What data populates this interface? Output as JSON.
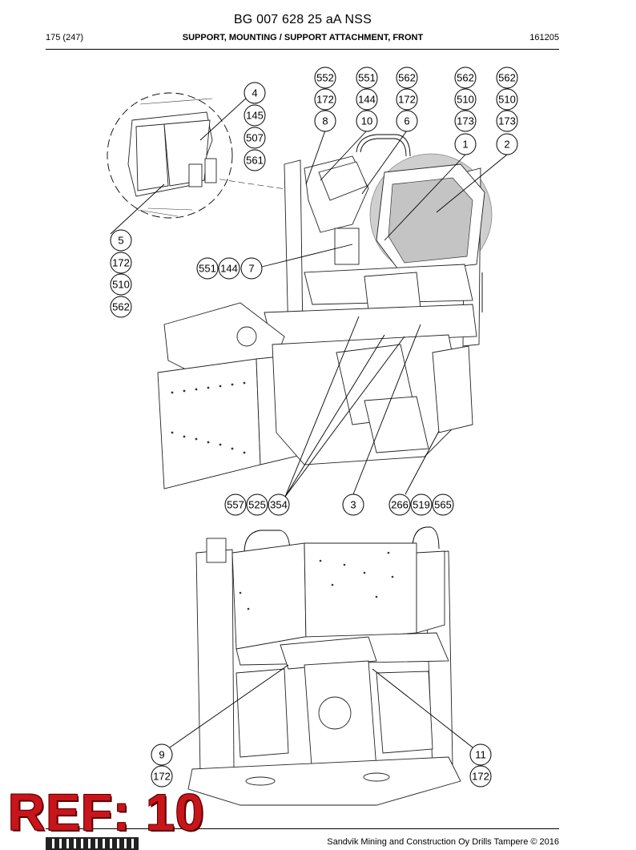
{
  "header": {
    "doc_title": "BG 007 628 25 aA NSS",
    "page": "175 (247)",
    "section": "SUPPORT, MOUNTING / SUPPORT ATTACHMENT, FRONT",
    "code": "161205"
  },
  "footer": {
    "text": "Sandvik Mining and Construction Oy Drills Tampere © 2016",
    "logo": "sandvik-logo"
  },
  "stamp": {
    "text": "REF: 10",
    "color": "#c8141b"
  },
  "callouts": {
    "c552": "552",
    "c551a": "551",
    "c562a": "562",
    "c562b": "562",
    "c562c": "562",
    "c172a": "172",
    "c144a": "144",
    "c172b": "172",
    "c510a": "510",
    "c510b": "510",
    "c8": "8",
    "c10": "10",
    "c6": "6",
    "c173a": "173",
    "c173b": "173",
    "c1": "1",
    "c2": "2",
    "c4": "4",
    "c145": "145",
    "c507": "507",
    "c561": "561",
    "c5": "5",
    "c172c": "172",
    "c510c": "510",
    "c562d": "562",
    "c551b": "551",
    "c144b": "144",
    "c7": "7",
    "c557": "557",
    "c525": "525",
    "c354": "354",
    "c3": "3",
    "c266": "266",
    "c519": "519",
    "c565": "565",
    "c9": "9",
    "c172d": "172",
    "c11": "11",
    "c172e": "172"
  }
}
